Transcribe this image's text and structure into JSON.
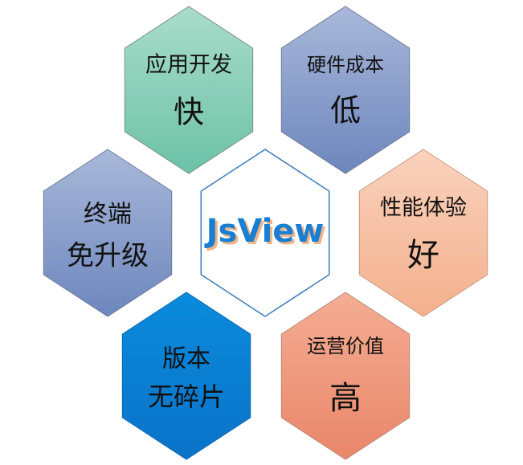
{
  "diagram": {
    "center": {
      "label": "JsView",
      "text_color": "#1a7fd1",
      "shadow_color": "#f0b48a",
      "border_color": "#3a7bc0",
      "fill": "#ffffff"
    },
    "hexagons": [
      {
        "id": "dev-speed",
        "lines": [
          "应用开发",
          "快"
        ],
        "color_top": "#a9dccb",
        "color_bottom": "#6cc2a6",
        "border": "#7a8f88"
      },
      {
        "id": "hardware-cost",
        "lines": [
          "硬件成本",
          "低"
        ],
        "color_top": "#a9b8d9",
        "color_bottom": "#6d86bd",
        "border": "#6a7a98"
      },
      {
        "id": "terminal-upgrade",
        "lines": [
          "终端",
          "免升级"
        ],
        "color_top": "#a9b8d9",
        "color_bottom": "#6d86bd",
        "border": "#6a7a98"
      },
      {
        "id": "performance",
        "lines": [
          "性能体验",
          "好"
        ],
        "color_top": "#fad2bd",
        "color_bottom": "#f3b08d",
        "border": "#c99a80"
      },
      {
        "id": "version-fragmentation",
        "lines": [
          "版本",
          "无碎片"
        ],
        "color_top": "#0a8bdc",
        "color_bottom": "#0a73c8",
        "border": "#0a68b4"
      },
      {
        "id": "operation-value",
        "lines": [
          "运营价值",
          "高"
        ],
        "color_top": "#f4ad93",
        "color_bottom": "#e9866a",
        "border": "#b88878"
      }
    ]
  }
}
